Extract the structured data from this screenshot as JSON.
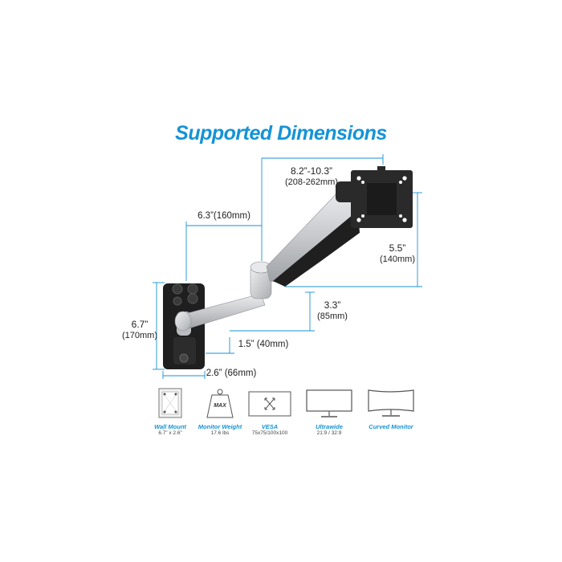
{
  "title": "Supported Dimensions",
  "dimensions": {
    "top_width": "8.2”-10.3”",
    "top_width_mm": "(208-262mm)",
    "arm_upper": "6.3”(160mm)",
    "vesa_height": "5.5”",
    "vesa_height_mm": "(140mm)",
    "plate_height": "6.7”",
    "plate_height_mm": "(170mm)",
    "arm_drop": "3.3”",
    "arm_drop_mm": "(85mm)",
    "lower_offset": "1.5” (40mm)",
    "plate_width": "2.6” (66mm)"
  },
  "features": [
    {
      "label": "Wall Mount",
      "sub": "6.7” x 2.6”",
      "icon": "wall-plate-icon"
    },
    {
      "label": "Monitor Weight",
      "sub": "17.6 lbs",
      "icon": "weight-icon"
    },
    {
      "label": "VESA",
      "sub": "75x75/100x100",
      "icon": "vesa-icon"
    },
    {
      "label": "Ultrawide",
      "sub": "21:9 / 32:9",
      "icon": "ultrawide-monitor-icon"
    },
    {
      "label": "Curved Monitor",
      "sub": "",
      "icon": "curved-monitor-icon"
    }
  ],
  "weight_icon_text": "MAX",
  "colors": {
    "accent": "#1593d6",
    "arm_silver": "#c9cbcf",
    "mount_black": "#1f1f1f"
  }
}
